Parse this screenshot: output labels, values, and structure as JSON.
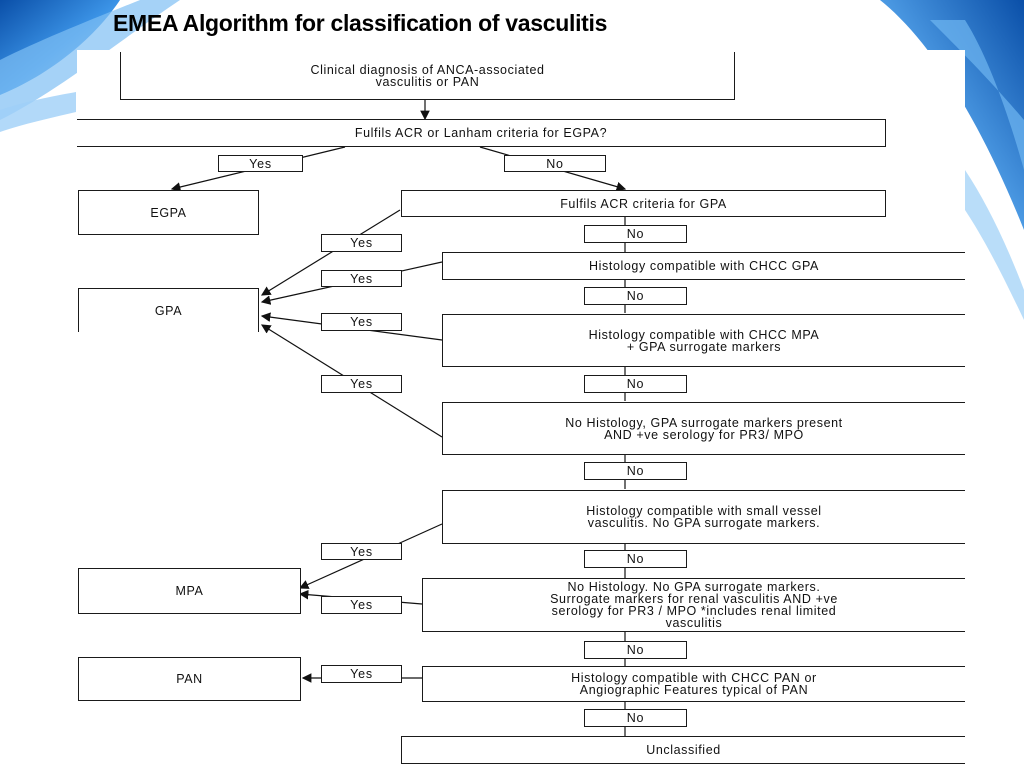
{
  "slide": {
    "title": "EMEA Algorithm for classification of vasculitis",
    "background_accent": "#2a7fd4"
  },
  "flowchart": {
    "start": "Clinical diagnosis of ANCA-associated\nvasculitis or PAN",
    "q_egpa": "Fulfils ACR or Lanham criteria for EGPA?",
    "q_gpa_acr": "Fulfils ACR criteria for GPA",
    "q_histo_gpa": "Histology compatible with CHCC GPA",
    "q_histo_mpa": "Histology compatible with CHCC MPA\n+ GPA surrogate markers",
    "q_no_histo_gpa": "No Histology, GPA surrogate markers present\nAND +ve serology for PR3/ MPO",
    "q_histo_small": "Histology compatible with small vessel\nvasculitis. No GPA surrogate markers.",
    "q_no_histo_renal": "No Histology. No GPA surrogate markers.\nSurrogate markers for renal vasculitis AND +ve\nserology for PR3 / MPO  *includes renal limited\nvasculitis",
    "q_pan": "Histology compatible with CHCC PAN or\nAngiographic Features typical of PAN",
    "unclassified": "Unclassified",
    "out_egpa": "EGPA",
    "out_gpa": "GPA",
    "out_mpa": "MPA",
    "out_pan": "PAN",
    "yes": "Yes",
    "no": "No"
  }
}
